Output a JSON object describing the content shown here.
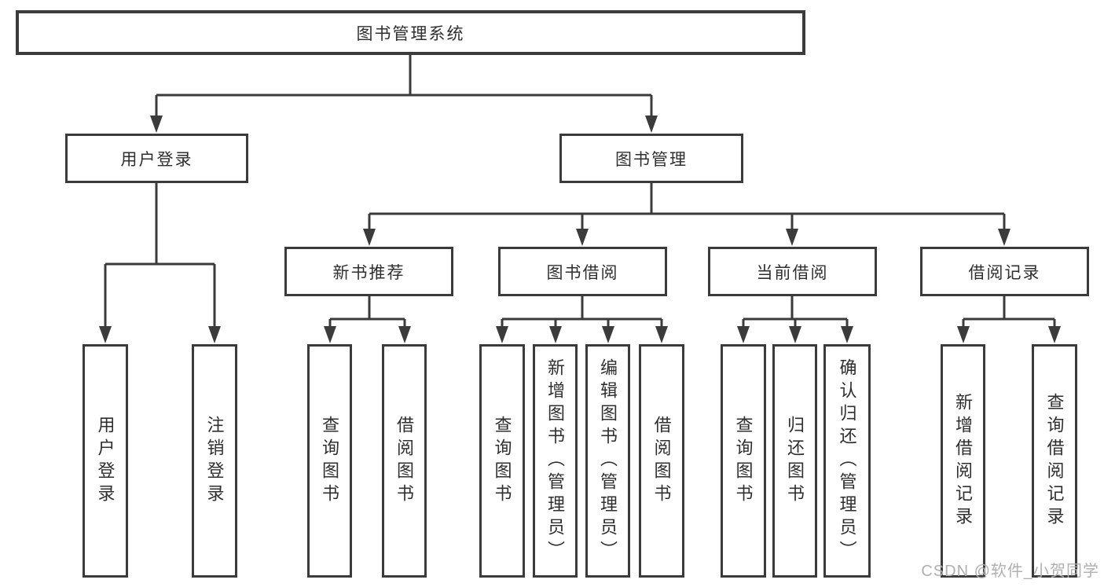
{
  "root": {
    "label": "图书管理系统"
  },
  "level2": {
    "user_login": "用户登录",
    "book_management": "图书管理"
  },
  "level3": {
    "new_books": "新书推荐",
    "book_borrow": "图书借阅",
    "current_borrow": "当前借阅",
    "borrow_records": "借阅记录"
  },
  "leaves": {
    "login": [
      "用户登录",
      "注销登录"
    ],
    "new_books": [
      "查询图书",
      "借阅图书"
    ],
    "book_borrow": [
      "查询图书",
      "新增图书（管理员）",
      "编辑图书（管理员）",
      "借阅图书"
    ],
    "current_borrow": [
      "查询图书",
      "归还图书",
      "确认归还（管理员）"
    ],
    "borrow_records": [
      "新增借阅记录",
      "查询借阅记录"
    ]
  },
  "watermark": "CSDN @软件_小贺同学",
  "colors": {
    "line": "#3b3b3b",
    "text": "#2f2f2f",
    "box_bg": "#ffffff",
    "watermark": "#b0b0b0"
  }
}
